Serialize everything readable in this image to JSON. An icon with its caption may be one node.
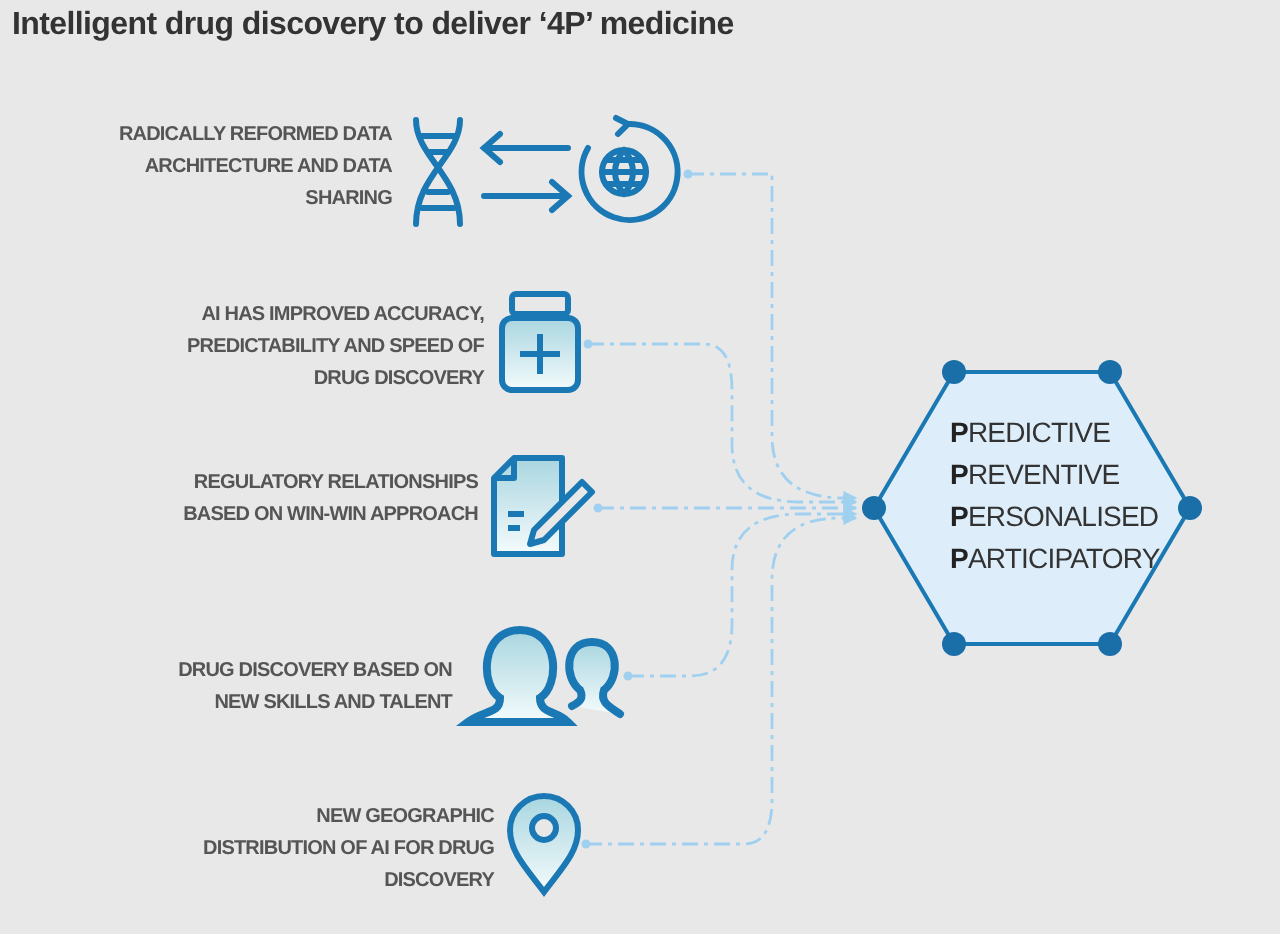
{
  "diagram": {
    "title": "Intelligent drug discovery to deliver ‘4P’ medicine",
    "nodes": [
      {
        "text": [],
        "shape": "picture",
        "beside": [
          "RADICALLY REFORMED DATA ARCHITECTURE AND DATA SHARING"
        ]
      },
      {
        "text": [],
        "shape": "picture",
        "beside": [
          "AI HAS  IMPROVED ACCURACY, PREDICTABILITY AND SPEED OF DRUG DISCOVERY"
        ]
      },
      {
        "text": [],
        "shape": "picture",
        "beside": [
          "REGULATORY  RELATIONSHIPS BASED ON WIN-WIN APPROACH"
        ]
      },
      {
        "text": [],
        "shape": "picture",
        "beside": [
          "DRUG DISCOVERY BASED ON NEW SKILLS AND TALENT"
        ]
      },
      {
        "text": [],
        "shape": "picture",
        "beside": [
          "NEW GEOGRAPHIC DISTRIBUTION OF AI FOR DRUG DISCOVERY"
        ]
      },
      {
        "text": [
          "**P**REDICTIVE **P**REVENTIVE **P**ERSONALISED **P**ARTICIPATORY"
        ]
      }
    ],
    "edges": [
      {
        "from": 0,
        "to": 5,
        "arrow": "to",
        "style": "dashed"
      },
      {
        "from": 1,
        "to": 5,
        "arrow": "to",
        "style": "dashed"
      },
      {
        "from": 2,
        "to": 5,
        "arrow": "to",
        "style": "dashed"
      },
      {
        "from": 3,
        "to": 5,
        "arrow": "to",
        "style": "dashed"
      },
      {
        "from": 4,
        "to": 5,
        "arrow": "to",
        "style": "dashed"
      }
    ]
  }
}
